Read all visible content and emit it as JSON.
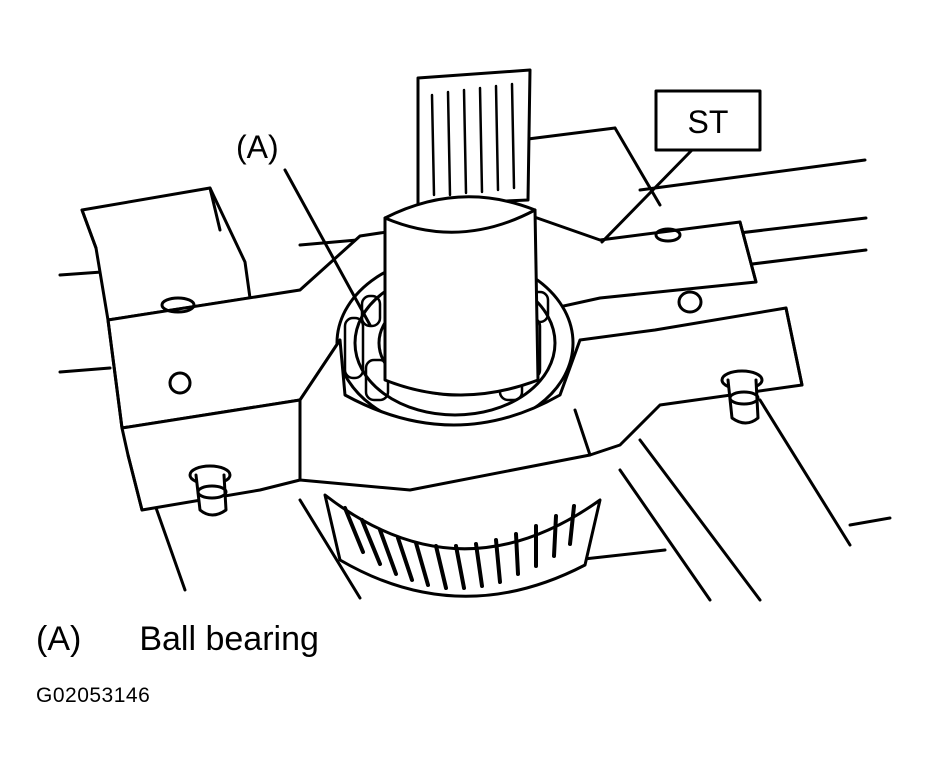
{
  "figure": {
    "callouts": {
      "part_a": "(A)",
      "special_tool": "ST"
    },
    "legend": [
      {
        "key": "(A)",
        "text": "Ball bearing"
      }
    ],
    "figure_id": "G02053146"
  }
}
